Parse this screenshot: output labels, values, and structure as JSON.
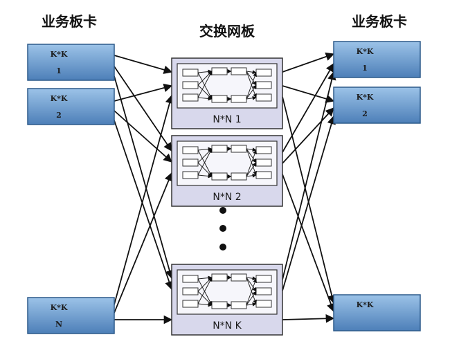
{
  "headers": {
    "left": "业务板卡",
    "center": "交换网板",
    "right": "业务板卡"
  },
  "left_cards": [
    {
      "top": "K*K",
      "bottom": "1"
    },
    {
      "top": "K*K",
      "bottom": "2"
    },
    {
      "top": "K*K",
      "bottom": "N"
    }
  ],
  "right_cards": [
    {
      "top": "K*K",
      "bottom": "1"
    },
    {
      "top": "K*K",
      "bottom": "2"
    },
    {
      "top": "K*K",
      "bottom": ""
    }
  ],
  "switches": [
    {
      "label": "N*N  1"
    },
    {
      "label": "N*N  2"
    },
    {
      "label": "N*N  K"
    }
  ],
  "colors": {
    "card_fill": "#5b8fc7",
    "switch_fill": "#d8d8ec",
    "line": "#111111"
  }
}
